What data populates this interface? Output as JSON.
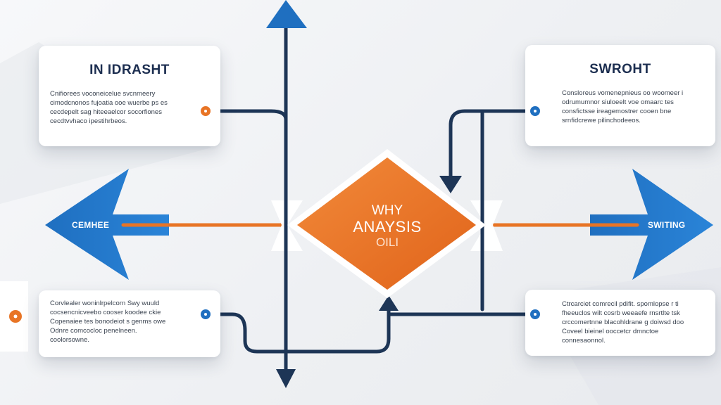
{
  "cards": {
    "top_left": {
      "title": "IN IDRASHT",
      "body": "Cnifiorees voconeicelue svcnmeery\ncimodcnonos fujoatia ooe wuerbe ps es\ncecdepelt sag hiteeaelcor socorfiones\ncecdtvvhaco ipestihrbeos."
    },
    "top_right": {
      "title": "SWROHT",
      "body": "Consloreus vomenepnieus oo woomeer i\nodrumumnor siuloeelt voe omaarc tes\nconsfictsse ireagemostrer cooen bne\nsrnfidcrewe pilinchodeeos."
    },
    "bottom_left": {
      "body": "Corvlealer woninlrpelcorn Swy wuuld\ncocsencnicveebo cooser koodee ckie\nCopenaiee tes bonodeiot s genms owe\nOdnre comcocloc penelneen.\ncoolorsowne."
    },
    "bottom_right": {
      "body": "Ctrcarciet comrecil pdifit. spomlopse r ti\nfheeuclos wilt cosrb weeaefe rnsrtlte tsk\ncrccomertnne blacohldrane g  doiwsd doo\nCoveel bieinel ooccetcr dmnctoe\nconnesaonnol."
    }
  },
  "arrows": {
    "left_label": "CEMHEE",
    "right_label": "SWITING"
  },
  "diamond": {
    "line1": "WHY",
    "line2": "ANAYSIS",
    "line3": "OILI"
  },
  "colors": {
    "navy": "#1d3556",
    "orange": "#e87425",
    "blue": "#1f6fc0",
    "card": "#ffffff"
  }
}
